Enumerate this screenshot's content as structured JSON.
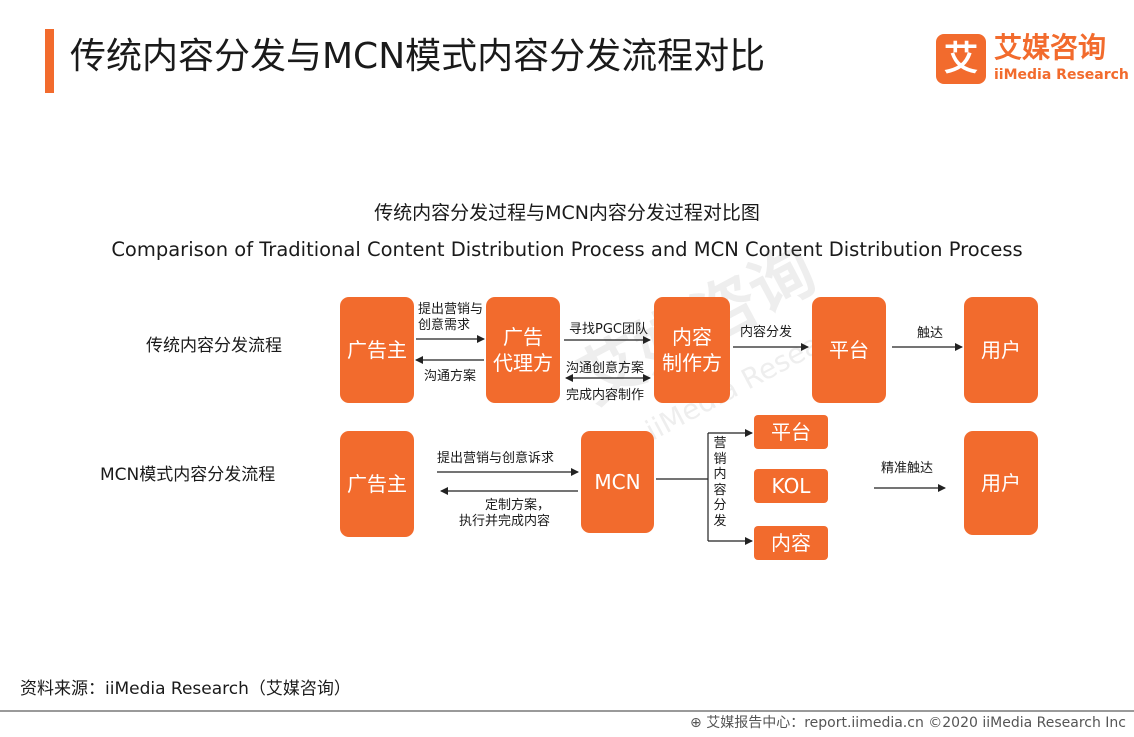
{
  "header": {
    "title": "传统内容分发与MCN模式内容分发流程对比",
    "logo_mark": "艾",
    "logo_cn": "艾媒咨询",
    "logo_en": "iiMedia Research"
  },
  "diagram": {
    "title_cn": "传统内容分发过程与MCN内容分发过程对比图",
    "title_en": "Comparison of Traditional Content Distribution Process and MCN Content Distribution Process",
    "traditional": {
      "label": "传统内容分发流程",
      "boxes": [
        "广告主",
        "广告代理方",
        "内容制作方",
        "平台",
        "用户"
      ],
      "box_lines": {
        "agency": [
          "广告",
          "代理方"
        ],
        "producer": [
          "内容",
          "制作方"
        ]
      },
      "edges": {
        "a1_top": [
          "提出营销与",
          "创意需求"
        ],
        "a1_bottom": "沟通方案",
        "a2_top": "寻找PGC团队",
        "a2_mid": "沟通创意方案",
        "a2_bottom": "完成内容制作",
        "a3": "内容分发",
        "a4": "触达"
      }
    },
    "mcn": {
      "label": "MCN模式内容分发流程",
      "boxes": [
        "广告主",
        "MCN",
        "平台",
        "KOL",
        "内容",
        "用户"
      ],
      "edges": {
        "b1_top": "提出营销与创意诉求",
        "b1_bottom": [
          "定制方案，",
          "执行并完成内容"
        ],
        "branch_vertical": "营销内容分发",
        "b3": "精准触达"
      }
    },
    "watermark": {
      "cn": "艾媒咨询",
      "en": "iiMedia Research"
    }
  },
  "footer": {
    "source": "资料来源：iiMedia Research（艾媒咨询）",
    "copyright": "艾媒报告中心：report.iimedia.cn  ©2020  iiMedia Research  Inc"
  },
  "colors": {
    "accent": "#f26b2d"
  }
}
